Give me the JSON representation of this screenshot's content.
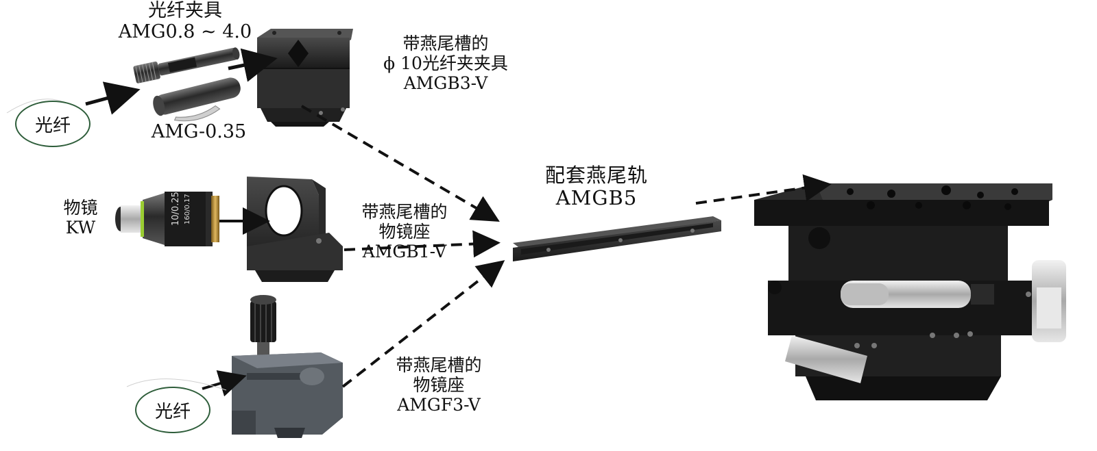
{
  "labels": {
    "clamp_title": "光纤夹具",
    "clamp_model": "AMG0.8 ~ 4.0",
    "fiber_small_model": "AMG-0.35",
    "fiber_top": "光纤",
    "dovetail_clamp_l1": "带燕尾槽的",
    "dovetail_clamp_l2": "ϕ 10光纤夹夹具",
    "dovetail_clamp_model": "AMGB3-V",
    "objective_l1": "物镜",
    "objective_l2": "KW",
    "objective_marking_1": "10/0.25",
    "objective_marking_2": "160/0.17",
    "mount_l1": "带燕尾槽的",
    "mount_l2": "物镜座",
    "mount_model": "AMGB1-V",
    "rail_title": "配套燕尾轨",
    "rail_model": "AMGB5",
    "fiber_bottom": "光纤",
    "f3_l1": "带燕尾槽的",
    "f3_l2": "物镜座",
    "f3_model": "AMGF3-V"
  },
  "colors": {
    "metal_dark": "#1c1c1c",
    "metal_mid": "#3a3a3a",
    "metal_light": "#5a5a5a",
    "chrome": "#c8c8c8",
    "brass": "#b8892e",
    "lime_ring": "#9acd32",
    "fiber_ring": "#2e5d3a",
    "arrow": "#111111"
  },
  "icons": [
    "fiber-clamp-icon",
    "fiber-pin-icon",
    "dovetail-clamp-block-icon",
    "objective-lens-icon",
    "objective-mount-icon",
    "dovetail-rail-icon",
    "knob-clamp-icon",
    "xyz-stage-icon"
  ]
}
